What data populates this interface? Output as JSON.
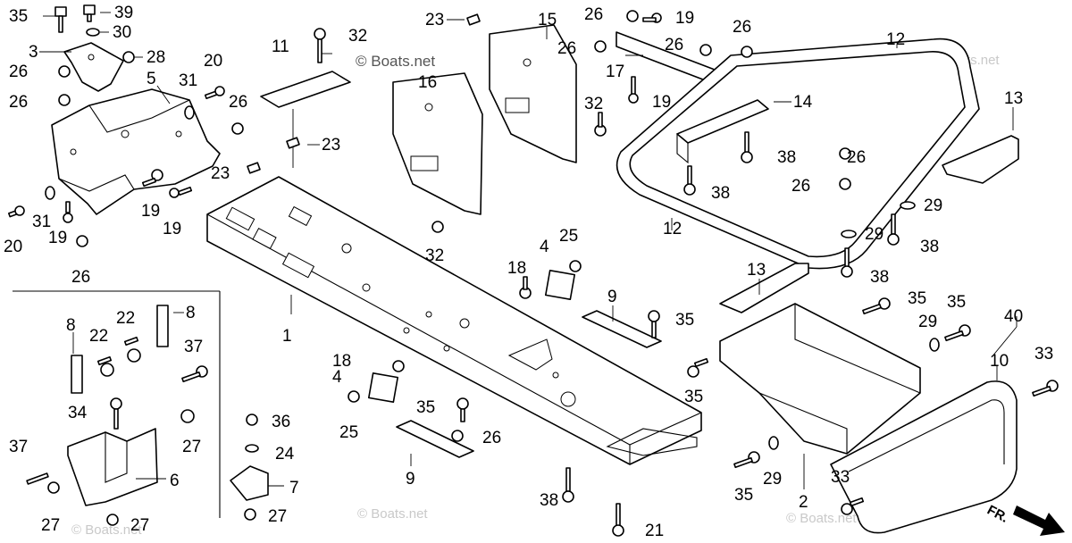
{
  "watermark": {
    "copyright": "© Boats.net",
    "tile": "© Boats.net"
  },
  "direction_label": "FR.",
  "callouts": {
    "c35a": "35",
    "c39": "39",
    "c30": "30",
    "c3": "3",
    "c28": "28",
    "c26a": "26",
    "c5": "5",
    "c31a": "31",
    "c20a": "20",
    "c26b": "26",
    "c26c": "26",
    "c19a": "19",
    "c23a": "23",
    "c19b": "19",
    "c31b": "31",
    "c19c": "19",
    "c20b": "20",
    "c26d": "26",
    "c11": "11",
    "c32a": "32",
    "c23b": "23",
    "c16": "16",
    "c23c": "23",
    "c15": "15",
    "c26e": "26",
    "c26f": "26",
    "c19d": "19",
    "c26g": "26",
    "c26h": "26",
    "c17": "17",
    "c12a": "12",
    "c32b": "32",
    "c19e": "19",
    "c14": "14",
    "c13a": "13",
    "c38a": "38",
    "c26i": "26",
    "c38b": "38",
    "c26j": "26",
    "c29a": "29",
    "c32c": "32",
    "c1": "1",
    "c12b": "12",
    "c29b": "29",
    "c38c": "38",
    "c4a": "4",
    "c25a": "25",
    "c18a": "18",
    "c38d": "38",
    "c13b": "13",
    "c35b": "35",
    "c35c": "35",
    "c9a": "9",
    "c35d": "35",
    "c29c": "29",
    "c40": "40",
    "c8a": "8",
    "c22a": "22",
    "c8b": "8",
    "c37a": "37",
    "c18b": "18",
    "c4b": "4",
    "c35e": "35",
    "c10": "10",
    "c33a": "33",
    "c34": "34",
    "c27a": "27",
    "c36": "36",
    "c35f": "35",
    "c26k": "26",
    "c25b": "25",
    "c24": "24",
    "c9b": "9",
    "c37b": "37",
    "c6": "6",
    "c7": "7",
    "c29d": "29",
    "c35g": "35",
    "c27b": "27",
    "c27c": "27",
    "c27d": "27",
    "c38e": "38",
    "c21": "21",
    "c2": "2",
    "c33b": "33"
  }
}
